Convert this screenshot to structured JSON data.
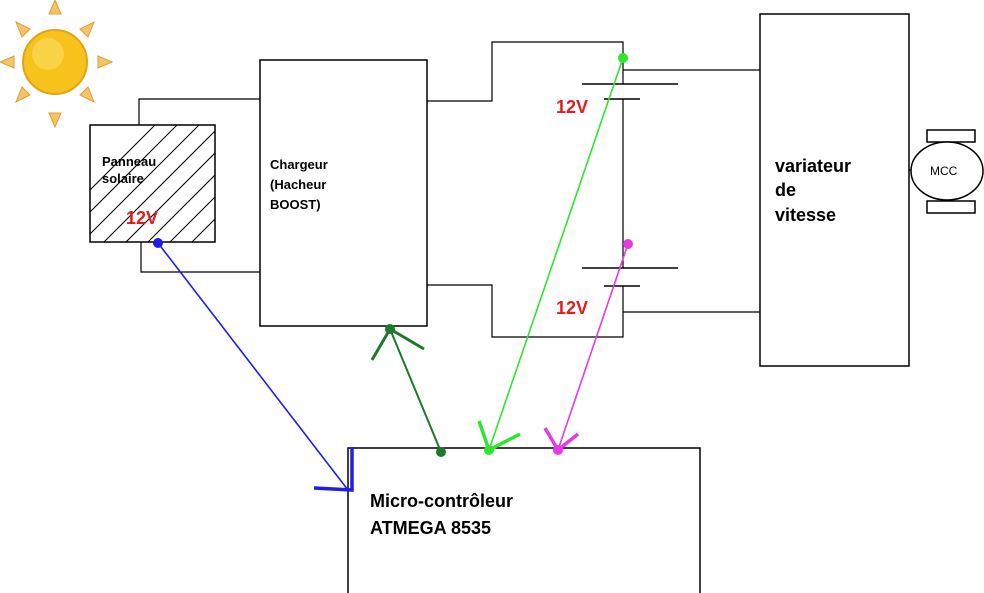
{
  "panel": {
    "label": "Panneau\nsolaire",
    "voltage": "12V"
  },
  "charger": {
    "label": "Chargeur\n(Hacheur\nBOOST)"
  },
  "batteries": {
    "top_voltage": "12V",
    "bottom_voltage": "12V"
  },
  "speed_controller": {
    "label": "variateur\nde\nvitesse"
  },
  "motor": {
    "label": "MCC"
  },
  "microcontroller": {
    "label": "Micro-contrôleur\nATMEGA 8535"
  },
  "colors": {
    "voltage_text": "#e31d1d",
    "panel_link": "#1e1ee6",
    "charger_link": "#1e7a2a",
    "top_battery_link": "#2ee62e",
    "bottom_battery_link": "#e63ae6",
    "sun_core": "#f7c21b",
    "sun_rays": "#f5c36a"
  }
}
